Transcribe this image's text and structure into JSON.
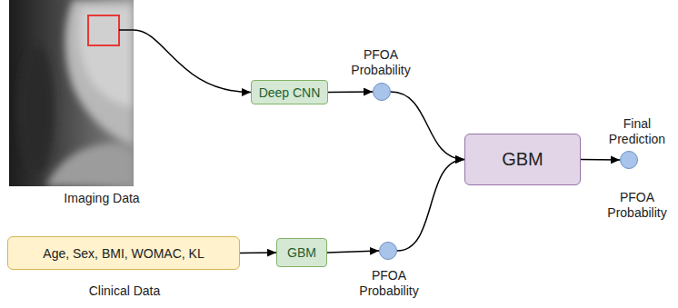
{
  "diagram": {
    "nodes": [
      {
        "text": [
          "Imaging Data"
        ]
      },
      {
        "text": [
          "Deep CNN"
        ]
      },
      {
        "text": [
          "PFOA Probability"
        ]
      },
      {
        "text": [
          "GBM"
        ]
      },
      {
        "text": [
          "Final Prediction",
          "PFOA Probability"
        ]
      },
      {
        "text": [
          "Age, Sex, BMI, WOMAC, KL",
          "Clinical Data"
        ]
      },
      {
        "text": [
          "GBM"
        ]
      },
      {
        "text": [
          "PFOA Probability"
        ]
      }
    ],
    "edges": [
      {
        "from": 0,
        "to": 1,
        "arrow": "to"
      },
      {
        "from": 1,
        "to": 2,
        "arrow": "to"
      },
      {
        "from": 2,
        "to": 3,
        "arrow": "to"
      },
      {
        "from": 3,
        "to": 4,
        "arrow": "to"
      },
      {
        "from": 5,
        "to": 6,
        "arrow": "to"
      },
      {
        "from": 6,
        "to": 7,
        "arrow": "to"
      },
      {
        "from": 7,
        "to": 3,
        "arrow": "to"
      }
    ]
  }
}
